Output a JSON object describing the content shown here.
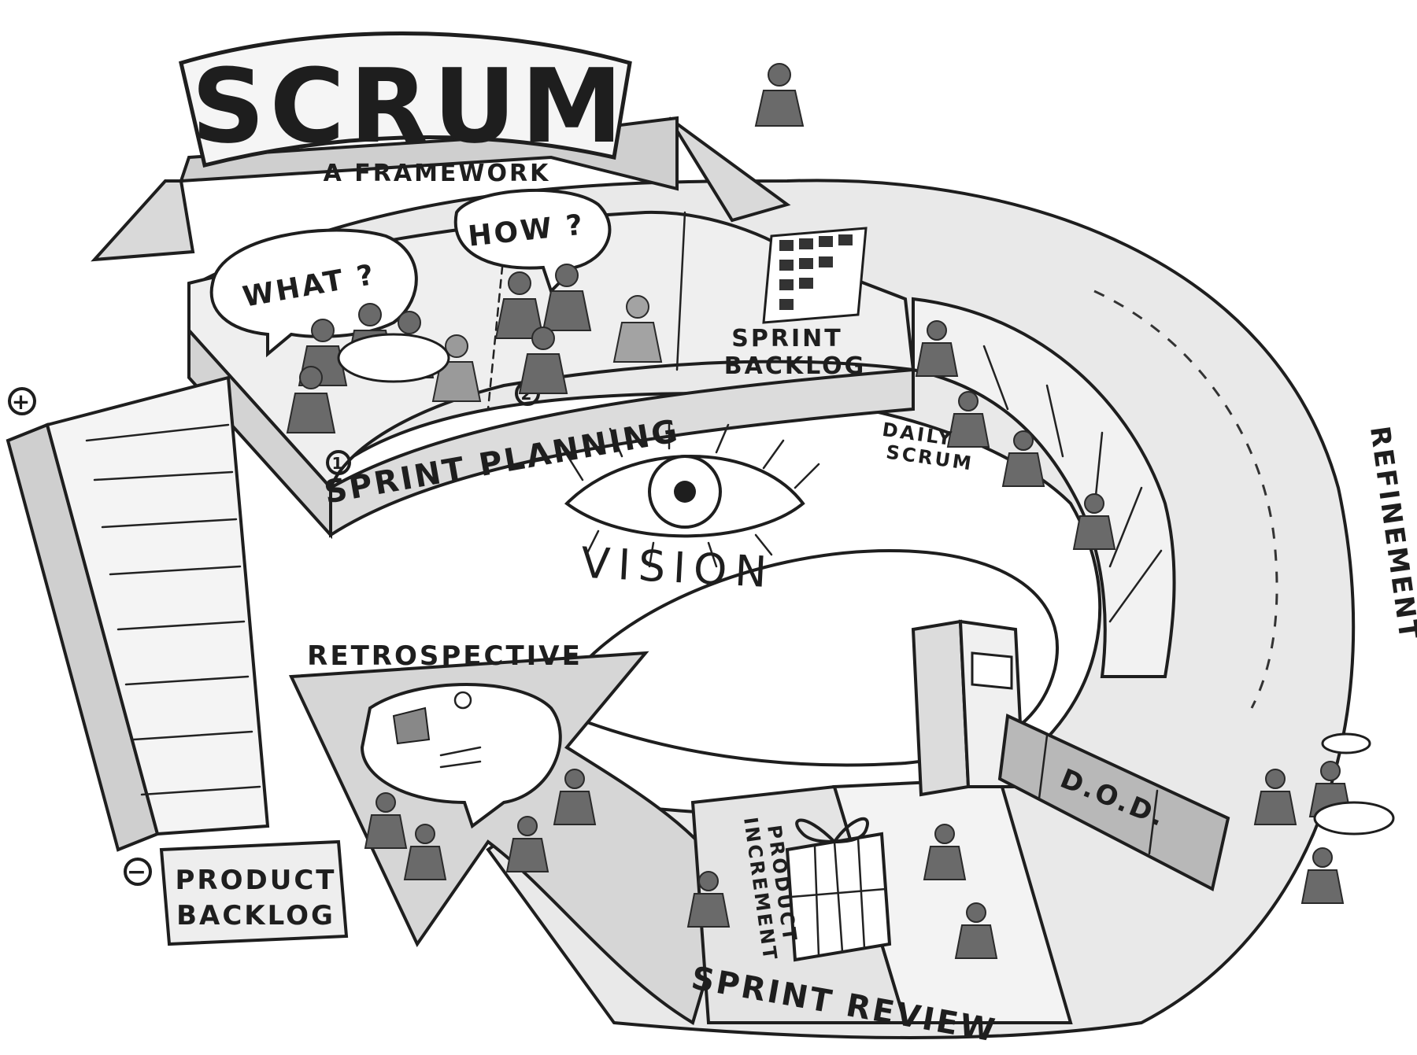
{
  "title": "SCRUM",
  "subtitle": "A FRAMEWORK",
  "labels": {
    "what": "WHAT ?",
    "how": "HOW ?",
    "sprint_planning": "SPRINT PLANNING",
    "sprint_backlog_1": "SPRINT",
    "sprint_backlog_2": "BACKLOG",
    "daily_scrum_1": "DAILY",
    "daily_scrum_2": "SCRUM",
    "vision": "VISION",
    "refinement": "REFINEMENT",
    "retrospective": "RETROSPECTIVE",
    "product_backlog_1": "PRODUCT",
    "product_backlog_2": "BACKLOG",
    "product_increment_1": "PRODUCT",
    "product_increment_2": "INCREMENT",
    "dod": "D.O.D.",
    "sprint_review": "SPRINT REVIEW",
    "step_1": "1",
    "step_2": "2",
    "plus": "+",
    "minus": "−"
  },
  "colors": {
    "ink": "#1e1e1e",
    "path_fill": "#ececec",
    "shadow": "#bdbdbd",
    "people": "#6a6a6a"
  }
}
